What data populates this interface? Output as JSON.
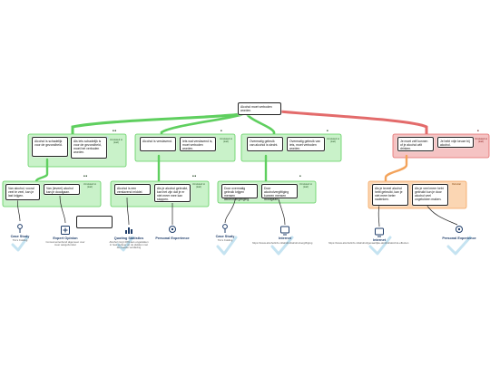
{
  "colors": {
    "support": "#5fcf5f",
    "support_light": "#c9f2c9",
    "oppose": "#e36b6b",
    "oppose_light": "#f5c3c3",
    "rebuttal": "#f3a35b",
    "rebuttal_light": "#fbd6b3",
    "link": "#222222",
    "source_icon": "#1f3d6a",
    "check": "#bfe0f0"
  },
  "root": {
    "text": "Alcohol moet verboden worden."
  },
  "supports": [
    {
      "id": "s1",
      "text": "Alcohol is schadelijk voor de gezondheid."
    },
    {
      "id": "s2",
      "text": "Als iets schadelijk is voor de gezondheid, moet het verboden worden."
    },
    {
      "id": "s3",
      "text": "Alcohol is verslavend."
    },
    {
      "id": "s4",
      "text": "Iets wat verslavend is, moet verboden worden."
    },
    {
      "id": "s5",
      "text": "Overmatig gebruik van alcohol is slecht."
    },
    {
      "id": "s6",
      "text": "Overmatig gebruik van iets, moet verboden worden."
    }
  ],
  "opposes": [
    {
      "id": "o1",
      "text": "Je moet zelf kunnen of je alcohol wilt drinken."
    },
    {
      "id": "o2",
      "text": "Je hebt vrije keuze bij alcohol."
    }
  ],
  "second_level": [
    {
      "id": "a1",
      "text": "Van alcohol, vooral veel te veel, kan je last krijgen."
    },
    {
      "id": "a2",
      "text": "Van (teveel) alcohol kan je doodgaan."
    },
    {
      "id": "a3",
      "text": "Alcohol is een verslavend middel."
    },
    {
      "id": "a4",
      "text": "Als je alcohol gebruikt, kan het zijn dat je er niet meer mee kan stoppen."
    },
    {
      "id": "a5",
      "text": "Door overmatig gebruik krijgen mensen alcoholvergiftiging."
    },
    {
      "id": "a6",
      "text": "Door alcoholvergiftiging kunnen mensen doodgaan."
    },
    {
      "id": "r1",
      "text": "Als je teveel alcohol hebt gebruikt, kan je niet meer beter nadenken."
    },
    {
      "id": "r2",
      "text": "Als je veel meer hebt gebruikt kun je door alcohol veel ongelukken maken."
    }
  ],
  "notes": {
    "support_note": "Unrelated to (leaf)",
    "oppose_note": "Unrelated to (leaf)",
    "rebuttal_note": "Rebuttal"
  },
  "sources": [
    {
      "id": "src1",
      "title": "Case Study",
      "sub": "Tim's Kolding",
      "icon": "case-study-icon"
    },
    {
      "id": "src2",
      "title": "Expert Opinion",
      "sub": "Consumentenbond algemeen over meer aangebonden",
      "icon": "expert-opinion-icon"
    },
    {
      "id": "src3",
      "title": "Quoting Statistics",
      "sub": "Alcohol zorgt 40% aan ongelukken in heel verkeer op de plekken met de meeste verslaving",
      "icon": "statistics-icon"
    },
    {
      "id": "src4",
      "title": "Personal Experience",
      "sub": "",
      "icon": "personal-experience-icon"
    },
    {
      "id": "src5",
      "title": "Case Study",
      "sub": "Tim's Kolding",
      "icon": "case-study-icon"
    },
    {
      "id": "src6",
      "title": "Internet",
      "sub": "",
      "icon": "internet-icon"
    },
    {
      "id": "src7",
      "title": "Internet",
      "sub": "",
      "icon": "internet-icon"
    },
    {
      "id": "src8",
      "title": "Personal Experience",
      "sub": "",
      "icon": "personal-experience-icon"
    }
  ],
  "urls": [
    {
      "id": "u1",
      "text": "https://www.alcoholinfo.nl/alcohol/alcoholvergiftiging"
    },
    {
      "id": "u2",
      "text": "https://www.alcoholinfo.nl/alcohol/gevaarlijke-alcohol/alcohol-effecten"
    }
  ]
}
